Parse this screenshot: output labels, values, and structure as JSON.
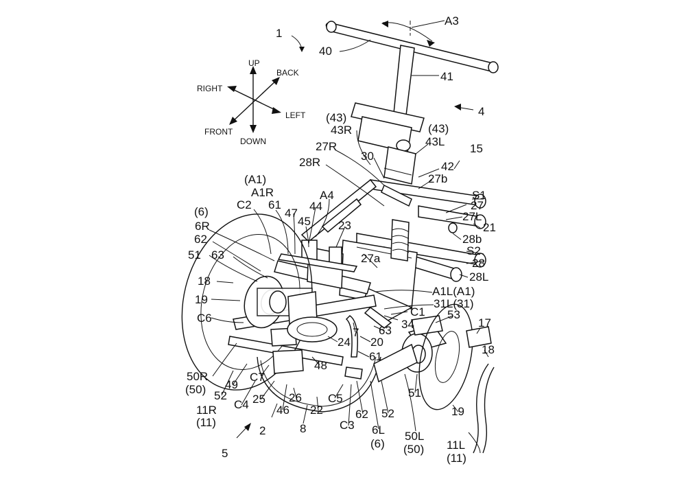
{
  "directions": {
    "up": "UP",
    "down": "DOWN",
    "back": "BACK",
    "front": "FRONT",
    "right": "RIGHT",
    "left": "LEFT"
  },
  "labels": [
    "A3",
    "1",
    "40",
    "41",
    "4",
    "(43)",
    "43R",
    "(43)",
    "43L",
    "15",
    "27R",
    "30",
    "42",
    "27b",
    "28R",
    "S1",
    "27",
    "27L",
    "21",
    "28b",
    "S2",
    "28",
    "28L",
    "(A1)",
    "A1R",
    "A4",
    "44",
    "(6)",
    "C2",
    "61",
    "47",
    "45",
    "23",
    "6R",
    "62",
    "27a",
    "51",
    "63",
    "18",
    "19",
    "A1L(A1)",
    "31L(31)",
    "C1",
    "53",
    "17",
    "C6",
    "34",
    "63",
    "7",
    "20",
    "24",
    "61",
    "18",
    "48",
    "50R",
    "(50)",
    "C7",
    "49",
    "52",
    "C4",
    "25",
    "26",
    "C5",
    "51",
    "11R",
    "(11)",
    "46",
    "22",
    "62",
    "52",
    "19",
    "2",
    "8",
    "C3",
    "6L",
    "50L",
    "11L",
    "5",
    "(6)",
    "(50)",
    "(11)"
  ]
}
